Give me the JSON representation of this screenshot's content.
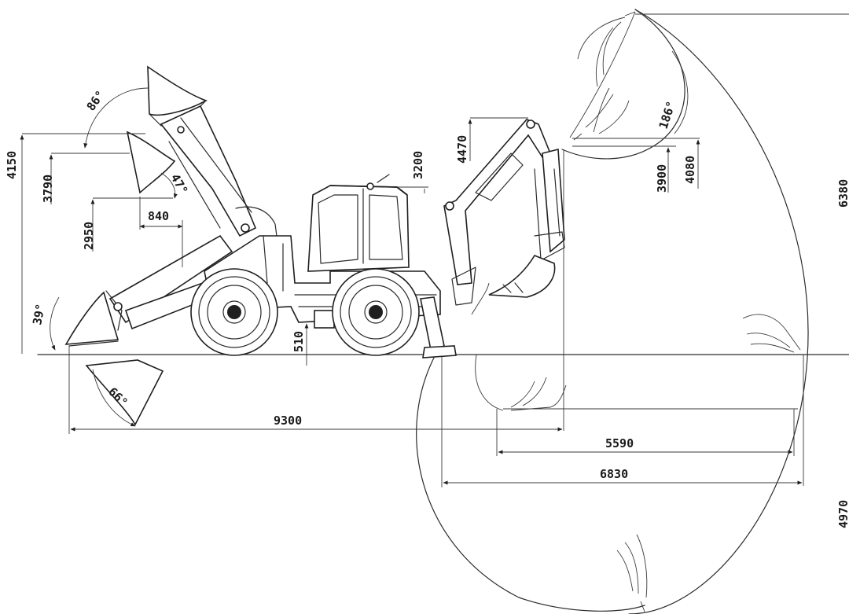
{
  "dimensions": {
    "loader_max_height": "4150",
    "loader_hinge_height": "3790",
    "dump_clearance": "2950",
    "dump_reach": "840",
    "cab_height": "3200",
    "backhoe_pivot_height": "4470",
    "loading_height": "3900",
    "loading_height_max": "4080",
    "max_height_right": "6380",
    "ground_clearance": "510",
    "overall_length": "9300",
    "reach_at_depth": "5590",
    "reach_ground": "6830",
    "digging_depth": "4970"
  },
  "angles": {
    "rollback_top": "86°",
    "dump_angle": "47°",
    "rollback_ground": "39°",
    "bucket_bottom": "66°",
    "bucket_rotation": "186°"
  }
}
